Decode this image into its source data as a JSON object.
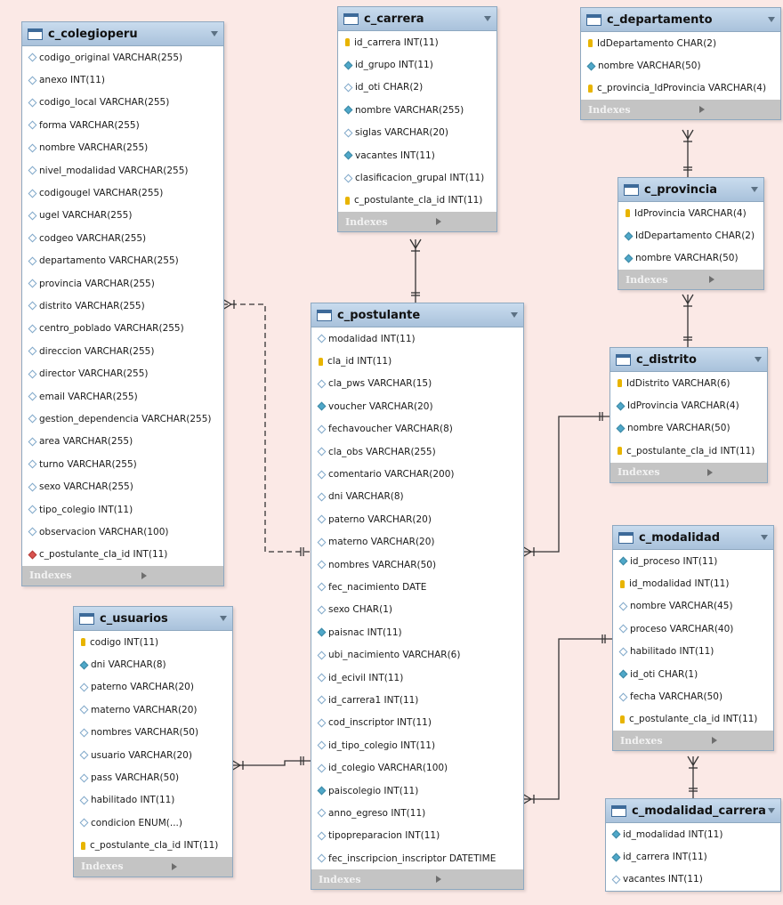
{
  "diagram": {
    "indexes_label": "Indexes",
    "tables": [
      {
        "id": "c_colegioperu",
        "name": "c_colegioperu",
        "columns": [
          {
            "text": "codigo_original VARCHAR(255)",
            "icon": "column-icon"
          },
          {
            "text": "anexo INT(11)",
            "icon": "column-icon"
          },
          {
            "text": "codigo_local VARCHAR(255)",
            "icon": "column-icon"
          },
          {
            "text": "forma VARCHAR(255)",
            "icon": "column-icon"
          },
          {
            "text": "nombre VARCHAR(255)",
            "icon": "column-icon"
          },
          {
            "text": "nivel_modalidad VARCHAR(255)",
            "icon": "column-icon"
          },
          {
            "text": "codigougel VARCHAR(255)",
            "icon": "column-icon"
          },
          {
            "text": "ugel VARCHAR(255)",
            "icon": "column-icon"
          },
          {
            "text": "codgeo VARCHAR(255)",
            "icon": "column-icon"
          },
          {
            "text": "departamento VARCHAR(255)",
            "icon": "column-icon"
          },
          {
            "text": "provincia VARCHAR(255)",
            "icon": "column-icon"
          },
          {
            "text": "distrito VARCHAR(255)",
            "icon": "column-icon"
          },
          {
            "text": "centro_poblado VARCHAR(255)",
            "icon": "column-icon"
          },
          {
            "text": "direccion VARCHAR(255)",
            "icon": "column-icon"
          },
          {
            "text": "director VARCHAR(255)",
            "icon": "column-icon"
          },
          {
            "text": "email VARCHAR(255)",
            "icon": "column-icon"
          },
          {
            "text": "gestion_dependencia VARCHAR(255)",
            "icon": "column-icon"
          },
          {
            "text": "area VARCHAR(255)",
            "icon": "column-icon"
          },
          {
            "text": "turno VARCHAR(255)",
            "icon": "column-icon"
          },
          {
            "text": "sexo VARCHAR(255)",
            "icon": "column-icon"
          },
          {
            "text": "tipo_colegio INT(11)",
            "icon": "column-icon"
          },
          {
            "text": "observacion VARCHAR(100)",
            "icon": "column-icon"
          },
          {
            "text": "c_postulante_cla_id INT(11)",
            "icon": "foreign-key-icon"
          }
        ]
      },
      {
        "id": "c_carrera",
        "name": "c_carrera",
        "columns": [
          {
            "text": "id_carrera INT(11)",
            "icon": "primary-key-icon"
          },
          {
            "text": "id_grupo INT(11)",
            "icon": "indexed-column-icon"
          },
          {
            "text": "id_oti CHAR(2)",
            "icon": "column-icon"
          },
          {
            "text": "nombre VARCHAR(255)",
            "icon": "indexed-column-icon"
          },
          {
            "text": "siglas VARCHAR(20)",
            "icon": "column-icon"
          },
          {
            "text": "vacantes INT(11)",
            "icon": "indexed-column-icon"
          },
          {
            "text": "clasificacion_grupal INT(11)",
            "icon": "column-icon"
          },
          {
            "text": "c_postulante_cla_id INT(11)",
            "icon": "primary-key-icon"
          }
        ]
      },
      {
        "id": "c_departamento",
        "name": "c_departamento",
        "columns": [
          {
            "text": "IdDepartamento CHAR(2)",
            "icon": "primary-key-icon"
          },
          {
            "text": "nombre VARCHAR(50)",
            "icon": "indexed-column-icon"
          },
          {
            "text": "c_provincia_IdProvincia VARCHAR(4)",
            "icon": "primary-key-icon"
          }
        ]
      },
      {
        "id": "c_provincia",
        "name": "c_provincia",
        "columns": [
          {
            "text": "IdProvincia VARCHAR(4)",
            "icon": "primary-key-icon"
          },
          {
            "text": "IdDepartamento CHAR(2)",
            "icon": "indexed-column-icon"
          },
          {
            "text": "nombre VARCHAR(50)",
            "icon": "indexed-column-icon"
          }
        ]
      },
      {
        "id": "c_postulante",
        "name": "c_postulante",
        "columns": [
          {
            "text": "modalidad INT(11)",
            "icon": "column-icon"
          },
          {
            "text": "cla_id INT(11)",
            "icon": "primary-key-icon"
          },
          {
            "text": "cla_pws VARCHAR(15)",
            "icon": "column-icon"
          },
          {
            "text": "voucher VARCHAR(20)",
            "icon": "indexed-column-icon"
          },
          {
            "text": "fechavoucher VARCHAR(8)",
            "icon": "column-icon"
          },
          {
            "text": "cla_obs VARCHAR(255)",
            "icon": "column-icon"
          },
          {
            "text": "comentario VARCHAR(200)",
            "icon": "column-icon"
          },
          {
            "text": "dni VARCHAR(8)",
            "icon": "column-icon"
          },
          {
            "text": "paterno VARCHAR(20)",
            "icon": "column-icon"
          },
          {
            "text": "materno VARCHAR(20)",
            "icon": "column-icon"
          },
          {
            "text": "nombres VARCHAR(50)",
            "icon": "column-icon"
          },
          {
            "text": "fec_nacimiento DATE",
            "icon": "column-icon"
          },
          {
            "text": "sexo CHAR(1)",
            "icon": "column-icon"
          },
          {
            "text": "paisnac INT(11)",
            "icon": "indexed-column-icon"
          },
          {
            "text": "ubi_nacimiento VARCHAR(6)",
            "icon": "column-icon"
          },
          {
            "text": "id_ecivil INT(11)",
            "icon": "column-icon"
          },
          {
            "text": "id_carrera1 INT(11)",
            "icon": "column-icon"
          },
          {
            "text": "cod_inscriptor INT(11)",
            "icon": "column-icon"
          },
          {
            "text": "id_tipo_colegio INT(11)",
            "icon": "column-icon"
          },
          {
            "text": "id_colegio VARCHAR(100)",
            "icon": "column-icon"
          },
          {
            "text": "paiscolegio INT(11)",
            "icon": "indexed-column-icon"
          },
          {
            "text": "anno_egreso INT(11)",
            "icon": "column-icon"
          },
          {
            "text": "tipopreparacion INT(11)",
            "icon": "column-icon"
          },
          {
            "text": "fec_inscripcion_inscriptor DATETIME",
            "icon": "column-icon"
          }
        ]
      },
      {
        "id": "c_distrito",
        "name": "c_distrito",
        "columns": [
          {
            "text": "IdDistrito VARCHAR(6)",
            "icon": "primary-key-icon"
          },
          {
            "text": "IdProvincia VARCHAR(4)",
            "icon": "indexed-column-icon"
          },
          {
            "text": "nombre VARCHAR(50)",
            "icon": "indexed-column-icon"
          },
          {
            "text": "c_postulante_cla_id INT(11)",
            "icon": "primary-key-icon"
          }
        ]
      },
      {
        "id": "c_modalidad",
        "name": "c_modalidad",
        "columns": [
          {
            "text": "id_proceso INT(11)",
            "icon": "indexed-column-icon"
          },
          {
            "text": "id_modalidad INT(11)",
            "icon": "primary-key-icon"
          },
          {
            "text": "nombre VARCHAR(45)",
            "icon": "column-icon"
          },
          {
            "text": "proceso VARCHAR(40)",
            "icon": "column-icon"
          },
          {
            "text": "habilitado INT(11)",
            "icon": "column-icon"
          },
          {
            "text": "id_oti CHAR(1)",
            "icon": "indexed-column-icon"
          },
          {
            "text": "fecha VARCHAR(50)",
            "icon": "column-icon"
          },
          {
            "text": "c_postulante_cla_id INT(11)",
            "icon": "primary-key-icon"
          }
        ]
      },
      {
        "id": "c_usuarios",
        "name": "c_usuarios",
        "columns": [
          {
            "text": "codigo INT(11)",
            "icon": "primary-key-icon"
          },
          {
            "text": "dni VARCHAR(8)",
            "icon": "indexed-column-icon"
          },
          {
            "text": "paterno VARCHAR(20)",
            "icon": "column-icon"
          },
          {
            "text": "materno VARCHAR(20)",
            "icon": "column-icon"
          },
          {
            "text": "nombres VARCHAR(50)",
            "icon": "column-icon"
          },
          {
            "text": "usuario VARCHAR(20)",
            "icon": "column-icon"
          },
          {
            "text": "pass VARCHAR(50)",
            "icon": "column-icon"
          },
          {
            "text": "habilitado INT(11)",
            "icon": "column-icon"
          },
          {
            "text": "condicion ENUM(...)",
            "icon": "column-icon"
          },
          {
            "text": "c_postulante_cla_id INT(11)",
            "icon": "primary-key-icon"
          }
        ]
      },
      {
        "id": "c_modalidad_carrera",
        "name": "c_modalidad_carrera",
        "columns": [
          {
            "text": "id_modalidad INT(11)",
            "icon": "indexed-column-icon"
          },
          {
            "text": "id_carrera INT(11)",
            "icon": "indexed-column-icon"
          },
          {
            "text": "vacantes INT(11)",
            "icon": "column-icon"
          }
        ]
      }
    ],
    "relationships": [
      {
        "from": "c_colegioperu",
        "to": "c_postulante",
        "style": "dashed"
      },
      {
        "from": "c_carrera",
        "to": "c_postulante",
        "style": "solid"
      },
      {
        "from": "c_departamento",
        "to": "c_provincia",
        "style": "solid"
      },
      {
        "from": "c_provincia",
        "to": "c_distrito",
        "style": "solid"
      },
      {
        "from": "c_distrito",
        "to": "c_postulante",
        "style": "solid"
      },
      {
        "from": "c_modalidad",
        "to": "c_postulante",
        "style": "solid"
      },
      {
        "from": "c_usuarios",
        "to": "c_postulante",
        "style": "solid"
      },
      {
        "from": "c_modalidad",
        "to": "c_modalidad_carrera",
        "style": "solid"
      }
    ]
  }
}
